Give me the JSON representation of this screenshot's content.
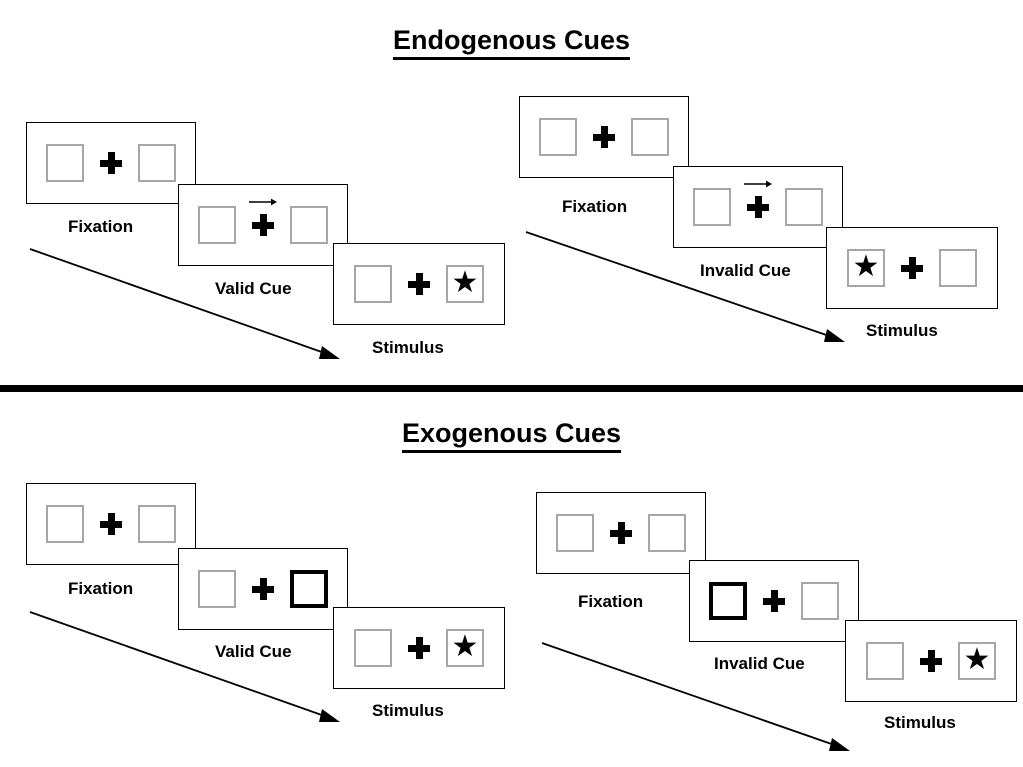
{
  "sections": [
    {
      "id": "endogenous",
      "title": "Endogenous Cues",
      "panels": [
        {
          "id": "endogenous-valid",
          "cue_type": "valid",
          "cue_icon": "right-arrow-icon",
          "frames": [
            {
              "label": "Fixation",
              "left_box": "empty",
              "right_box": "empty",
              "cue": "none"
            },
            {
              "label": "Valid Cue",
              "left_box": "empty",
              "right_box": "empty",
              "cue": "arrow-right"
            },
            {
              "label": "Stimulus",
              "left_box": "empty",
              "right_box": "star",
              "cue": "none"
            }
          ]
        },
        {
          "id": "endogenous-invalid",
          "cue_type": "invalid",
          "cue_icon": "right-arrow-icon",
          "frames": [
            {
              "label": "Fixation",
              "left_box": "empty",
              "right_box": "empty",
              "cue": "none"
            },
            {
              "label": "Invalid Cue",
              "left_box": "empty",
              "right_box": "empty",
              "cue": "arrow-right"
            },
            {
              "label": "Stimulus",
              "left_box": "star",
              "right_box": "empty",
              "cue": "none"
            }
          ]
        }
      ]
    },
    {
      "id": "exogenous",
      "title": "Exogenous Cues",
      "panels": [
        {
          "id": "exogenous-valid",
          "cue_type": "valid",
          "cue_icon": "bold-box-icon",
          "frames": [
            {
              "label": "Fixation",
              "left_box": "empty",
              "right_box": "empty",
              "cue": "none"
            },
            {
              "label": "Valid Cue",
              "left_box": "empty",
              "right_box": "cued",
              "cue": "box-right"
            },
            {
              "label": "Stimulus",
              "left_box": "empty",
              "right_box": "star",
              "cue": "none"
            }
          ]
        },
        {
          "id": "exogenous-invalid",
          "cue_type": "invalid",
          "cue_icon": "bold-box-icon",
          "frames": [
            {
              "label": "Fixation",
              "left_box": "empty",
              "right_box": "empty",
              "cue": "none"
            },
            {
              "label": "Invalid Cue",
              "left_box": "cued",
              "right_box": "empty",
              "cue": "box-left"
            },
            {
              "label": "Stimulus",
              "left_box": "empty",
              "right_box": "star",
              "cue": "none"
            }
          ]
        }
      ]
    }
  ],
  "glyphs": {
    "star": "★",
    "fixation_cross": "plus-icon",
    "time_arrow": "time-flow-arrow-icon"
  },
  "colors": {
    "text": "#000000",
    "frame_border": "#000000",
    "placeholder_box": "#a6a6a6",
    "cued_box": "#000000",
    "background": "#ffffff",
    "divider": "#000000"
  }
}
